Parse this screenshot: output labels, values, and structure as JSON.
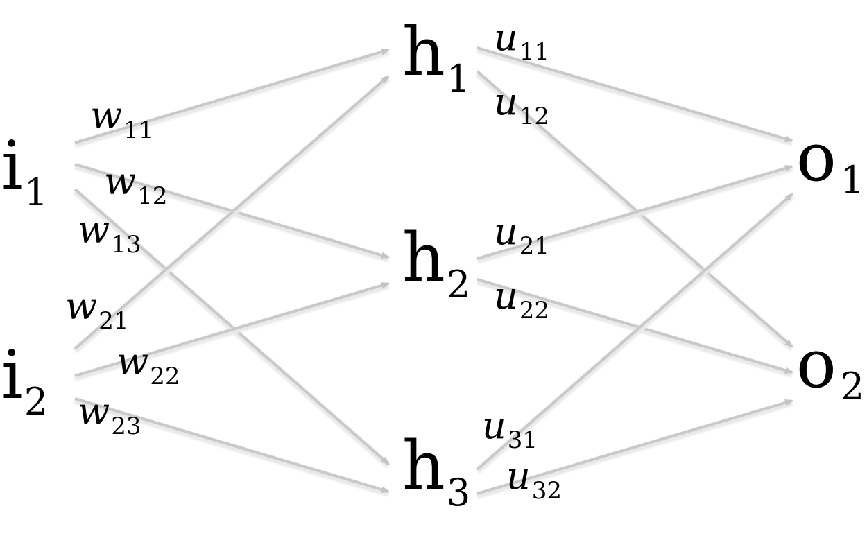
{
  "nodes": {
    "i1": {
      "base": "i",
      "sub": "1"
    },
    "i2": {
      "base": "i",
      "sub": "2"
    },
    "h1": {
      "base": "h",
      "sub": "1"
    },
    "h2": {
      "base": "h",
      "sub": "2"
    },
    "h3": {
      "base": "h",
      "sub": "3"
    },
    "o1": {
      "base": "o",
      "sub": "1"
    },
    "o2": {
      "base": "o",
      "sub": "2"
    }
  },
  "edges": [
    {
      "id": "w11",
      "from": "i1",
      "to": "h1",
      "base": "w",
      "sub": "11"
    },
    {
      "id": "w12",
      "from": "i1",
      "to": "h2",
      "base": "w",
      "sub": "12"
    },
    {
      "id": "w13",
      "from": "i1",
      "to": "h3",
      "base": "w",
      "sub": "13"
    },
    {
      "id": "w21",
      "from": "i2",
      "to": "h1",
      "base": "w",
      "sub": "21"
    },
    {
      "id": "w22",
      "from": "i2",
      "to": "h2",
      "base": "w",
      "sub": "22"
    },
    {
      "id": "w23",
      "from": "i2",
      "to": "h3",
      "base": "w",
      "sub": "23"
    },
    {
      "id": "u11",
      "from": "h1",
      "to": "o1",
      "base": "u",
      "sub": "11"
    },
    {
      "id": "u12",
      "from": "h1",
      "to": "o2",
      "base": "u",
      "sub": "12"
    },
    {
      "id": "u21",
      "from": "h2",
      "to": "o1",
      "base": "u",
      "sub": "21"
    },
    {
      "id": "u22",
      "from": "h2",
      "to": "o2",
      "base": "u",
      "sub": "22"
    },
    {
      "id": "u31",
      "from": "h3",
      "to": "o1",
      "base": "u",
      "sub": "31"
    },
    {
      "id": "u32",
      "from": "h3",
      "to": "o2",
      "base": "u",
      "sub": "32"
    }
  ],
  "colors": {
    "arrow": "#cccccc",
    "arrow_shadow": "#e6e6e6",
    "text": "#000000"
  }
}
